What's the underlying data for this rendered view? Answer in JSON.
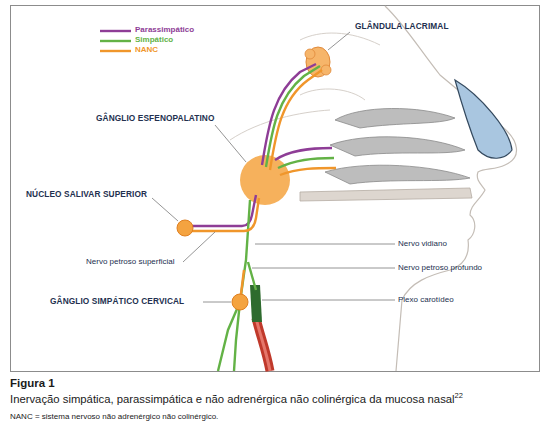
{
  "diagram": {
    "title": "Figura 1",
    "caption": "Inervação simpática, parassimpática e não adrenérgica não colinérgica da mucosa nasal",
    "labels": [
      "GLÂNDULA LACRIMAL",
      "GÂNGLIO ESFENOPALATINO",
      "NÚCLEO SALIVAR SUPERIOR",
      "Nervo vidiano",
      "Nervo petroso superficial",
      "Nervo petroso profundo",
      "GÂNGLIO SIMPÁTICO CERVICAL",
      "Plexo carotídeo",
      "22",
      "NANC = sistema nervoso não adrenérgico não colinérgico."
    ],
    "legend": [
      {
        "text": "Parassimpático"
      },
      {
        "text": "Simpático"
      },
      {
        "text": "NANC"
      }
    ]
  }
}
